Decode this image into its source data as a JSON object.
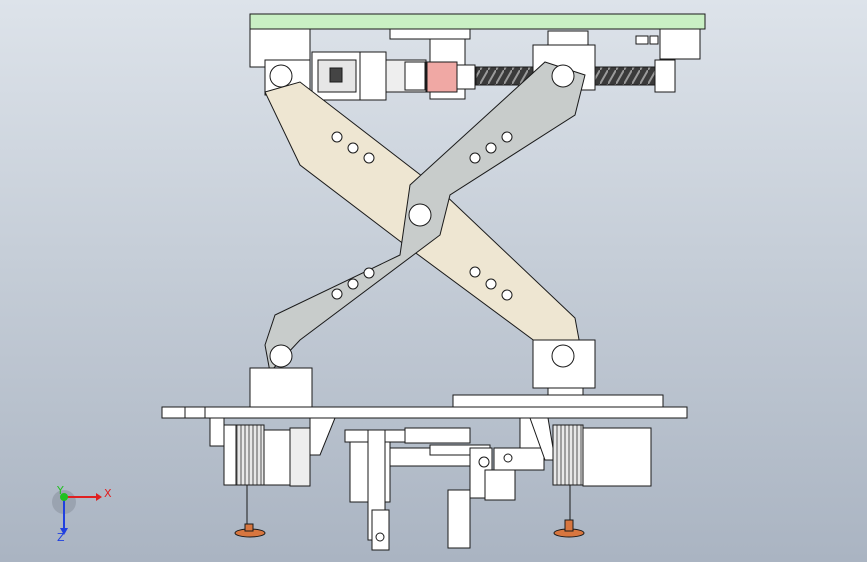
{
  "viewport": {
    "background_top": "#dde3ea",
    "background_bottom": "#aab4c2"
  },
  "model": {
    "top_plate_color": "#c9f0c4",
    "arm_front_color": "#c8cccb",
    "arm_back_color": "#eee6d2",
    "coupling_color": "#f0a8a4",
    "foot_color": "#d8763f",
    "outline_color": "#1a1a1a"
  },
  "triad": {
    "x_label": "X",
    "y_label": "Y",
    "z_label": "Z",
    "x_color": "#e02020",
    "y_color": "#20c020",
    "z_color": "#2040e0"
  }
}
